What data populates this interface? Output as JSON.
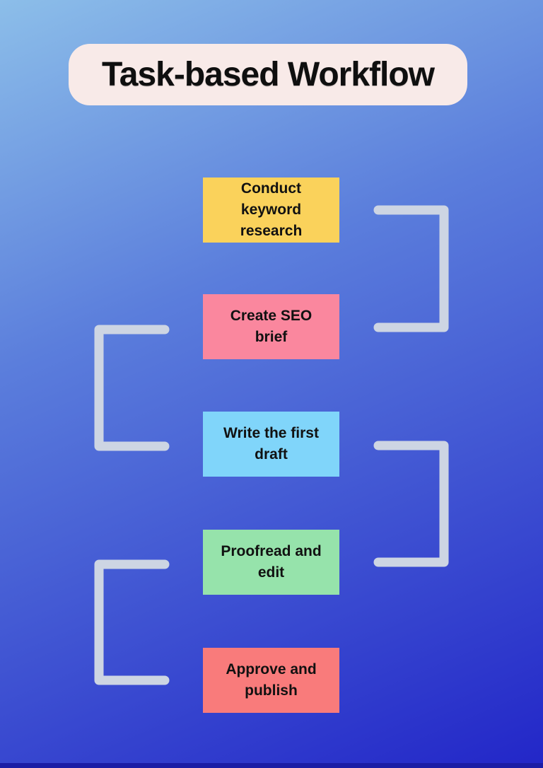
{
  "title": "Task-based Workflow",
  "colors": {
    "background_gradient_top_left": "#8CBEE9",
    "background_gradient_middle": "#5B7EDC",
    "background_gradient_bottom_right": "#2226C8",
    "title_banner_bg": "#F8EAE8",
    "title_text": "#0F0F0F",
    "step_text": "#111111",
    "connector": "#CDD5E3",
    "bottom_edge": "#1B1DA5"
  },
  "steps": [
    {
      "id": "conduct-keyword-research",
      "label": "Conduct\nkeyword\nresearch",
      "color": "#FAD25B"
    },
    {
      "id": "create-seo-brief",
      "label": "Create SEO\nbrief",
      "color": "#FA879E"
    },
    {
      "id": "write-the-first-draft",
      "label": "Write the first\ndraft",
      "color": "#80D5FA"
    },
    {
      "id": "proofread-and-edit",
      "label": "Proofread and\nedit",
      "color": "#96E3AB"
    },
    {
      "id": "approve-and-publish",
      "label": "Approve and\npublish",
      "color": "#F97B7B"
    }
  ],
  "connectors": [
    {
      "side": "right",
      "from": "step-1",
      "to": "step-2"
    },
    {
      "side": "left",
      "from": "step-2",
      "to": "step-3"
    },
    {
      "side": "right",
      "from": "step-3",
      "to": "step-4"
    },
    {
      "side": "left",
      "from": "step-4",
      "to": "step-5"
    }
  ]
}
